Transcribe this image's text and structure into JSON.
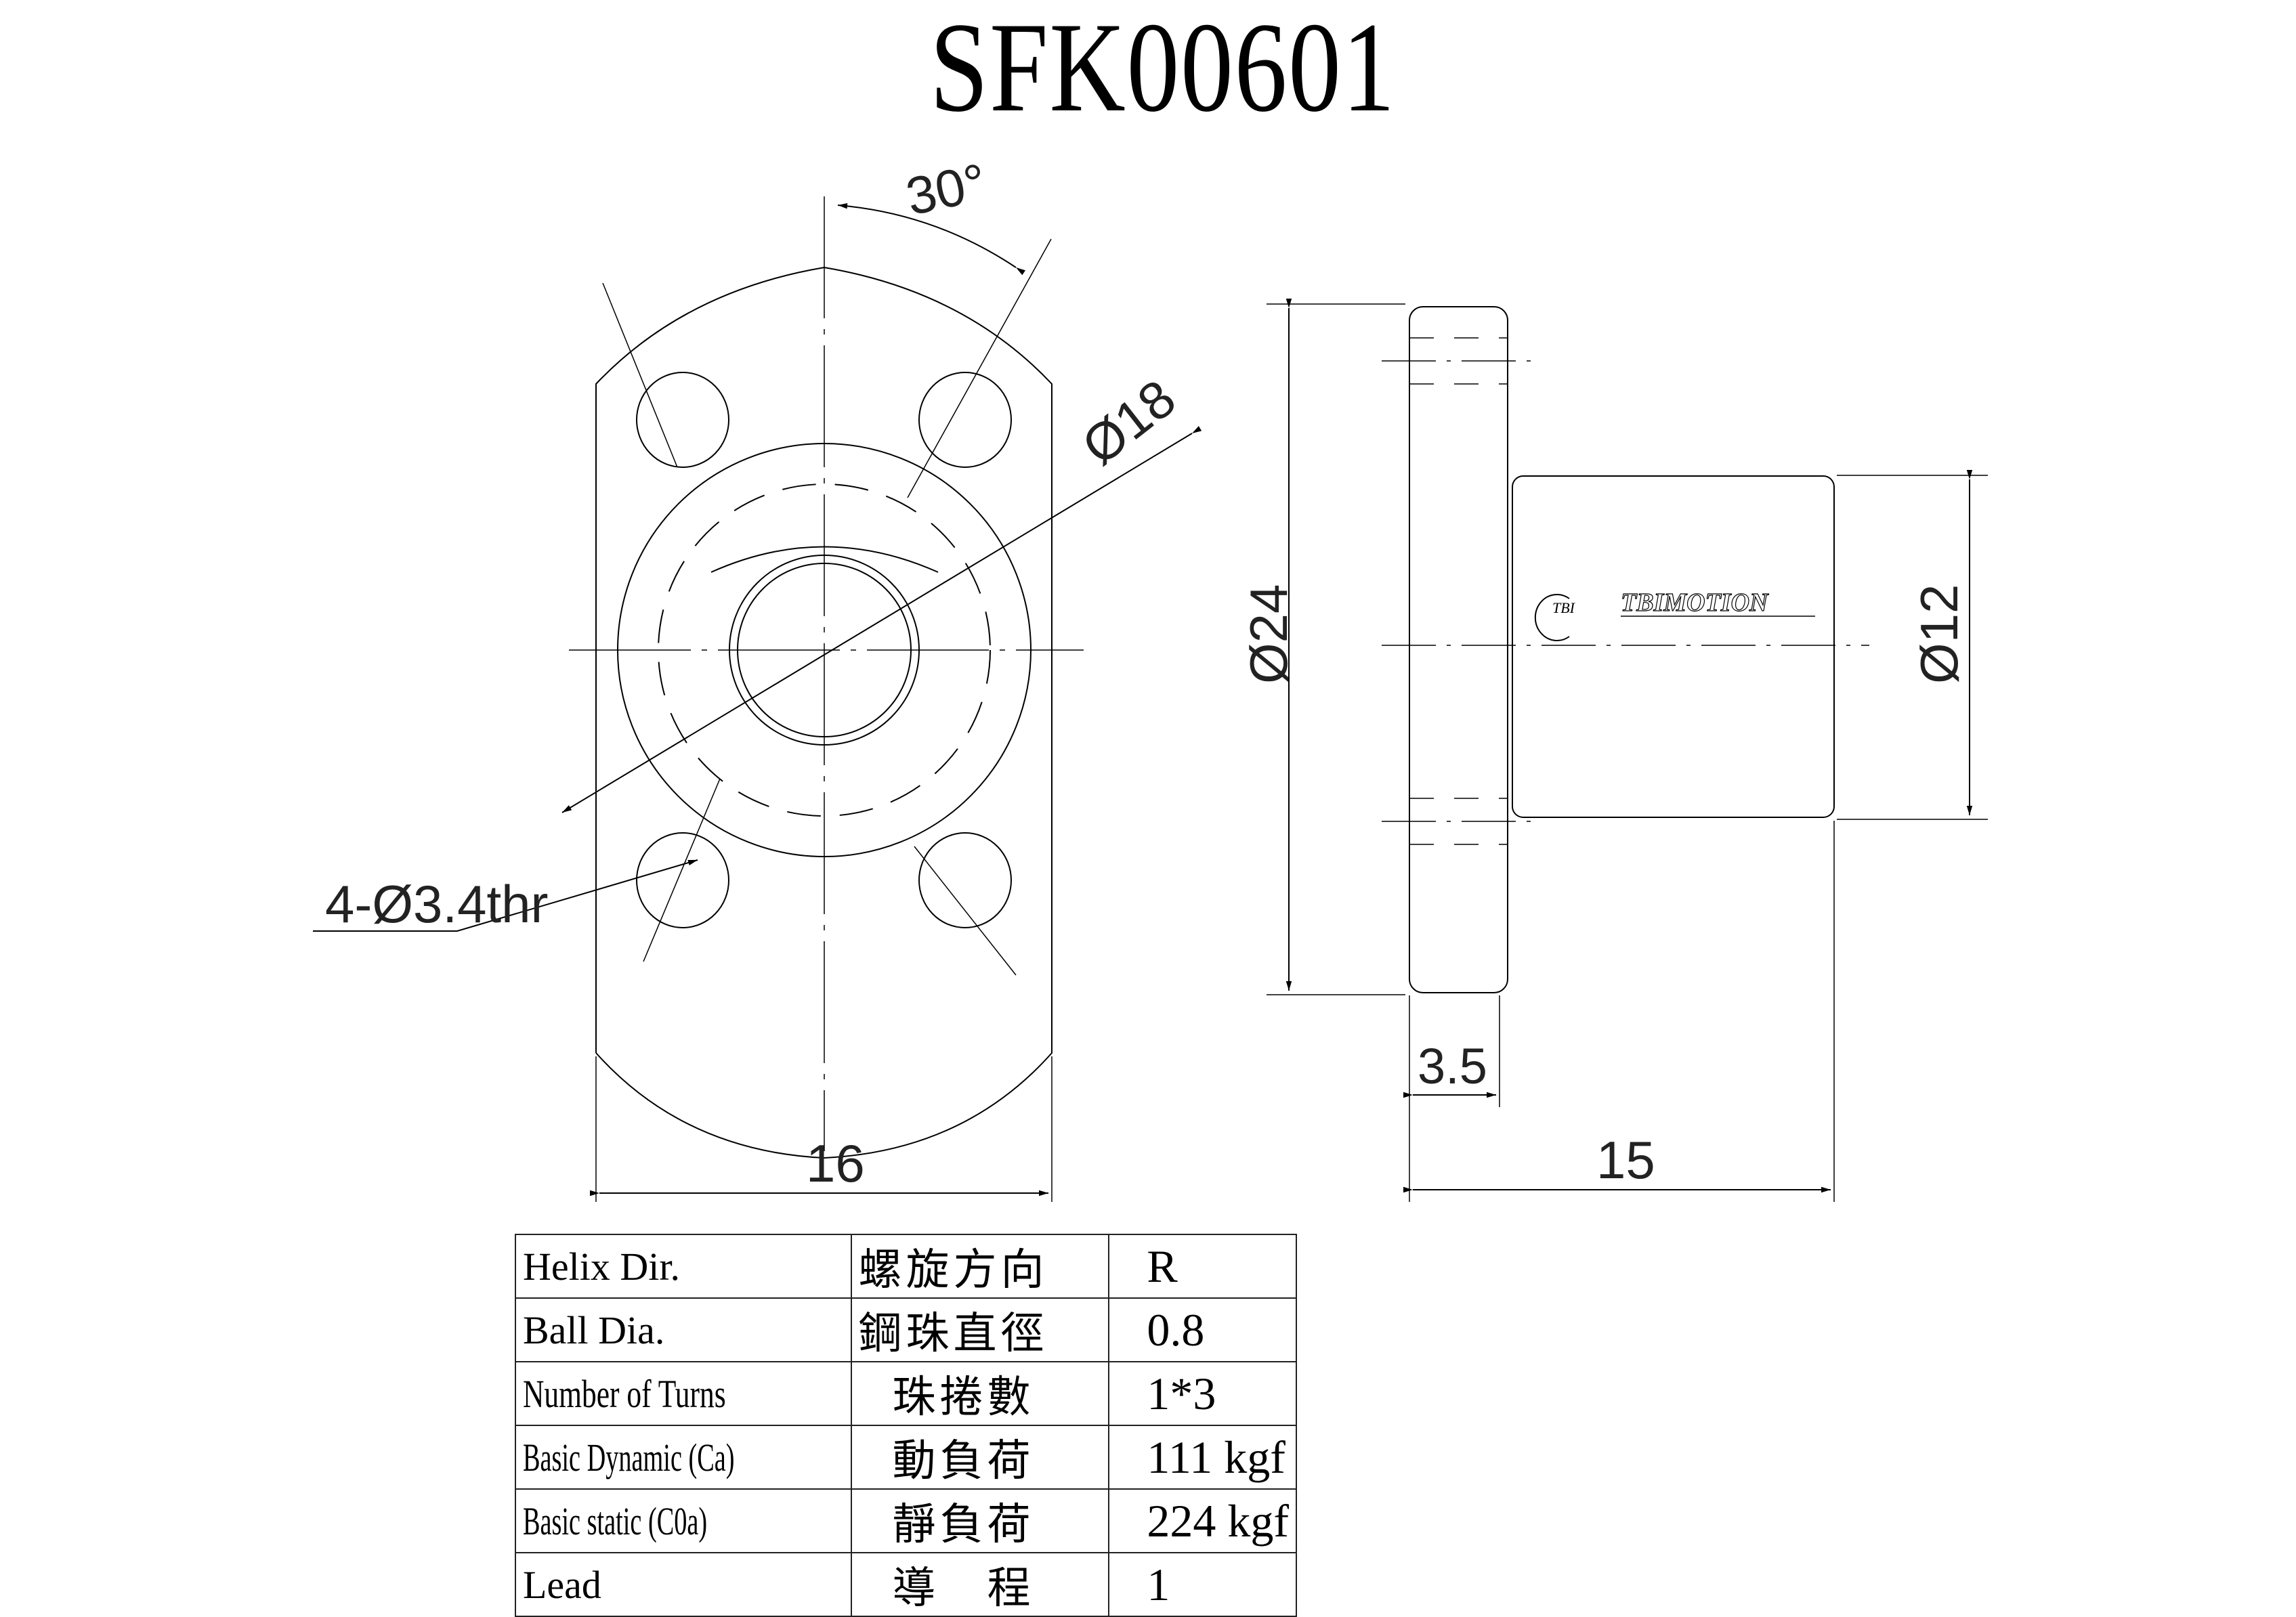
{
  "title": "SFK00601",
  "front_view": {
    "angle_label": "30°",
    "bolt_circle_label": "Ø18",
    "holes_label": "4-Ø3.4thr",
    "width_label": "16"
  },
  "side_view": {
    "flange_dia_label": "Ø24",
    "body_dia_label": "Ø12",
    "flange_thickness_label": "3.5",
    "total_length_label": "15",
    "logo_mark": "TBI",
    "logo_text": "TBIMOTION"
  },
  "spec_table": {
    "rows": [
      {
        "en": "Helix  Dir.",
        "zh": "螺旋方向",
        "value": "R"
      },
      {
        "en": "Ball Dia.",
        "zh": "鋼珠直徑",
        "value": "0.8"
      },
      {
        "en": "Number of Turns",
        "zh": "珠捲數",
        "value": "1*3"
      },
      {
        "en": "Basic Dynamic (Ca)",
        "zh": "動負荷",
        "value": "111 kgf"
      },
      {
        "en": "Basic static (C0a)",
        "zh": "靜負荷",
        "value": "224 kgf"
      },
      {
        "en": "Lead",
        "zh": "導　程",
        "value": "1"
      }
    ]
  },
  "colors": {
    "line": "#000000",
    "background": "#ffffff"
  }
}
